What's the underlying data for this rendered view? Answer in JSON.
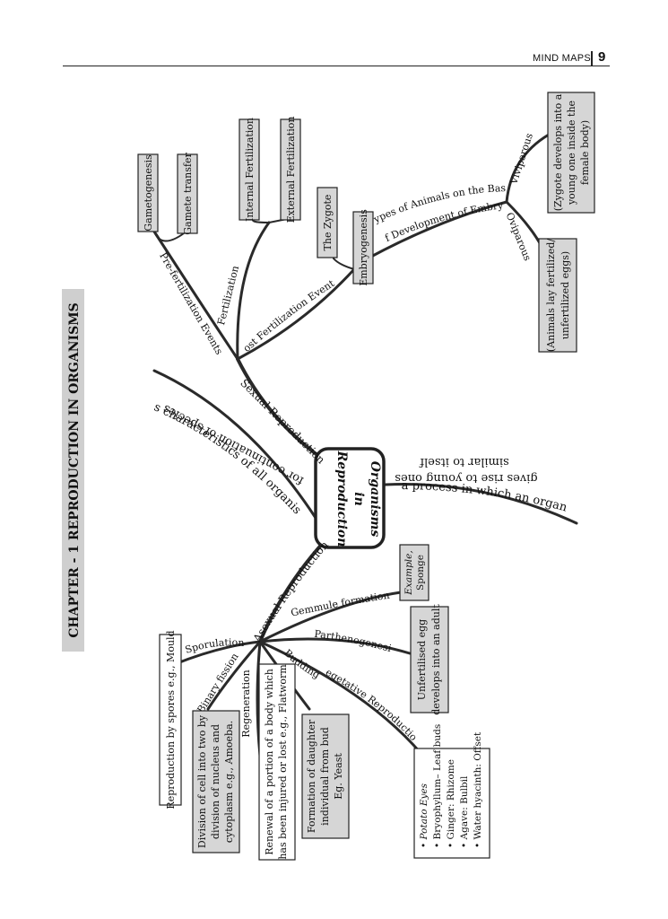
{
  "header": {
    "section_title": "MIND MAPS",
    "page_number": "9"
  },
  "chapter_banner": "CHAPTER - 1 REPRODUCTION IN ORGANISMS",
  "center": {
    "line1": "Reproduction",
    "line2": "in",
    "line3": "Organisms"
  },
  "definition_labels": {
    "characteristic_1": "It is characteristics of all organisms",
    "characteristic_2": "for continuation of species",
    "process_1": "It is a process in which an organism",
    "process_2": "gives rise to young ones",
    "process_3": "similar to itself"
  },
  "sexual": {
    "label": "Sexual Reproduction",
    "pre_fertilization": {
      "label": "Pre-fertilization Events",
      "boxes": [
        "Gametogenesis",
        "Gamete transfer"
      ]
    },
    "fertilization": {
      "label": "Fertilization",
      "boxes": [
        "Internal Fertilization",
        "External Fertilization"
      ]
    },
    "post_fertilization": {
      "label": "Post Fertilization Events",
      "boxes": [
        "The Zygote",
        "Embryogenesis"
      ]
    },
    "embryo_types": {
      "label_line1": "Types of Animals on the Basis",
      "label_line2": "of Development of Embryo",
      "viviparous": {
        "label": "Viviparous",
        "box_lines": [
          "(Zygote develops into a",
          "young one inside the",
          "female body)"
        ]
      },
      "oviparous": {
        "label": "Oviparous",
        "box_lines": [
          "(Animals lay fertilized/",
          "unfertilized eggs)"
        ]
      }
    }
  },
  "asexual": {
    "label": "Asexual Reproduction",
    "sporulation": {
      "label": "Sporulation",
      "box": "Reproduction by spores e.g., Mould"
    },
    "binary_fission": {
      "label": "Binary fission",
      "box_lines": [
        "Division of cell into two by",
        "division of nucleus and",
        "cytoplasm e.g., Amoeba."
      ]
    },
    "regeneration": {
      "label": "Regeneration",
      "box_lines": [
        "Renewal of a portion of a body which",
        "has been injured or lost e.g., Flatworm"
      ]
    },
    "budding": {
      "label": "Budding",
      "box_lines": [
        "Formation of daughter",
        "individual from bud",
        "Eg. Yeast"
      ]
    },
    "vegetative": {
      "label": "Vegetative Reproduction",
      "items": [
        "Potato Eyes",
        "Bryophyllum– Leaf buds",
        "Ginger: Rhizome",
        "Agave: Bulbil",
        "Water hyacinth: Offset"
      ]
    },
    "parthenogenesis": {
      "label": "Parthenogenesis",
      "box_lines": [
        "Unfertilised egg",
        "develops into an adult"
      ]
    },
    "gemmule": {
      "label": "Gemmule formation",
      "box_lines": [
        "Example,",
        "Sponge"
      ]
    }
  }
}
